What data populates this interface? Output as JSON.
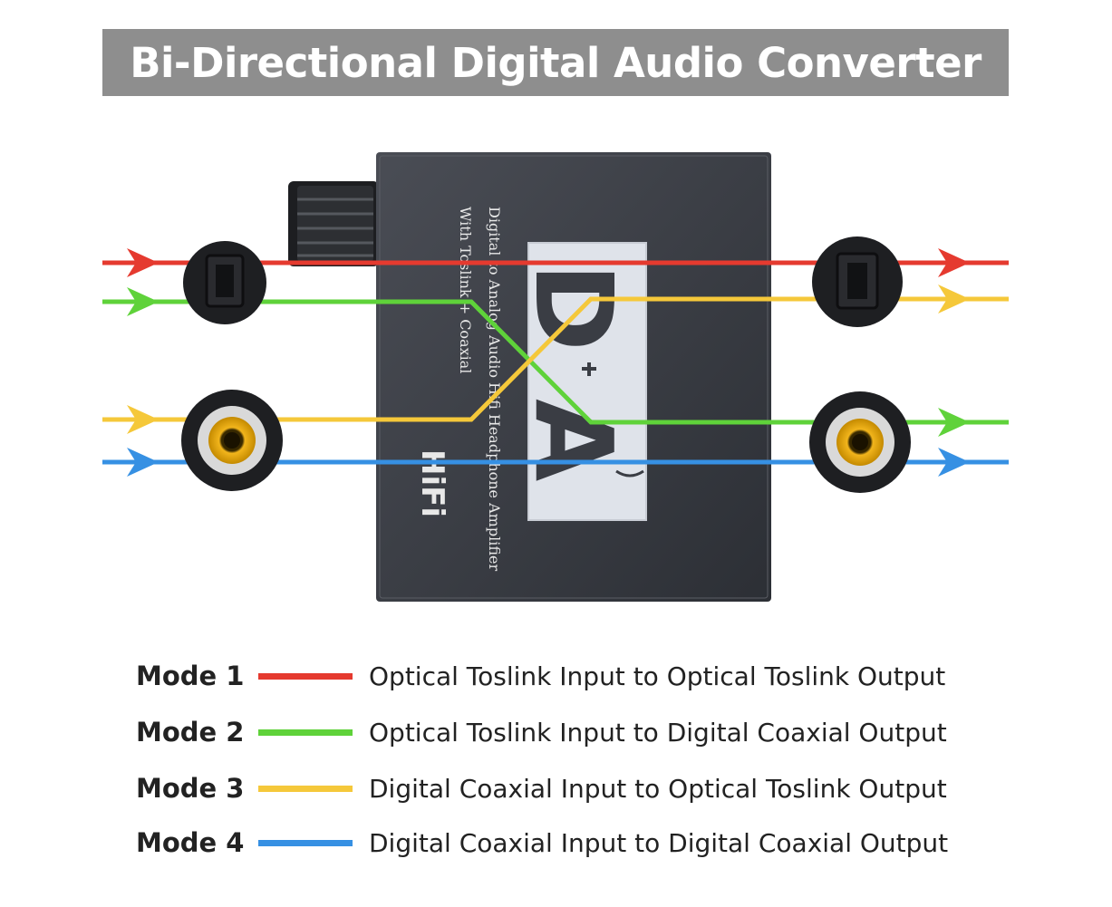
{
  "title": "Bi-Directional Digital Audio Converter",
  "device": {
    "side_text_line1": "Digital to Analog Audio Hifi Headphone Amplifier",
    "side_text_line2": "With Toslink + Coaxial",
    "hifi_label": "HiFi",
    "logo_top": "D",
    "logo_bottom": "A"
  },
  "legend": {
    "items": [
      {
        "mode": "Mode 1",
        "color": "#e53a2f",
        "description": "Optical Toslink Input to Optical Toslink Output"
      },
      {
        "mode": "Mode 2",
        "color": "#5fd23a",
        "description": "Optical Toslink Input to Digital Coaxial Output"
      },
      {
        "mode": "Mode 3",
        "color": "#f5c83a",
        "description": "Digital Coaxial Input to Optical Toslink Output"
      },
      {
        "mode": "Mode 4",
        "color": "#3690e3",
        "description": "Digital Coaxial Input to Digital Coaxial Output"
      }
    ]
  },
  "colors": {
    "mode1": "#e53a2f",
    "mode2": "#5fd23a",
    "mode3": "#f5c83a",
    "mode4": "#3690e3",
    "device_body": "#3a3d44",
    "banner": "#8e8e8e"
  }
}
